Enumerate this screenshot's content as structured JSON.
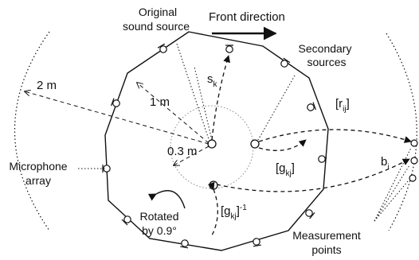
{
  "labels": {
    "original_source": [
      "Original",
      "sound source"
    ],
    "front_direction": "Front direction",
    "secondary_sources": [
      "Secondary",
      "sources"
    ],
    "sk": {
      "base": "s",
      "sub": "k"
    },
    "dist_2m": "2 m",
    "dist_1m": "1 m",
    "dist_03m": "0.3 m",
    "r_ij": {
      "base": "[r",
      "sub": "ij",
      "close": "]"
    },
    "g_kj": {
      "base": "[g",
      "sub": "kj",
      "close": "]"
    },
    "g_kj_inv": {
      "base": "[g",
      "sub": "kj",
      "close": "]",
      "sup": "-1"
    },
    "b_i": {
      "base": "b",
      "sub": "i"
    },
    "microphone_array": [
      "Microphone",
      "array"
    ],
    "rotated": [
      "Rotated",
      "by 0.9°"
    ],
    "measurement_points": [
      "Measurement",
      "points"
    ]
  },
  "colors": {
    "line": "#111111"
  }
}
